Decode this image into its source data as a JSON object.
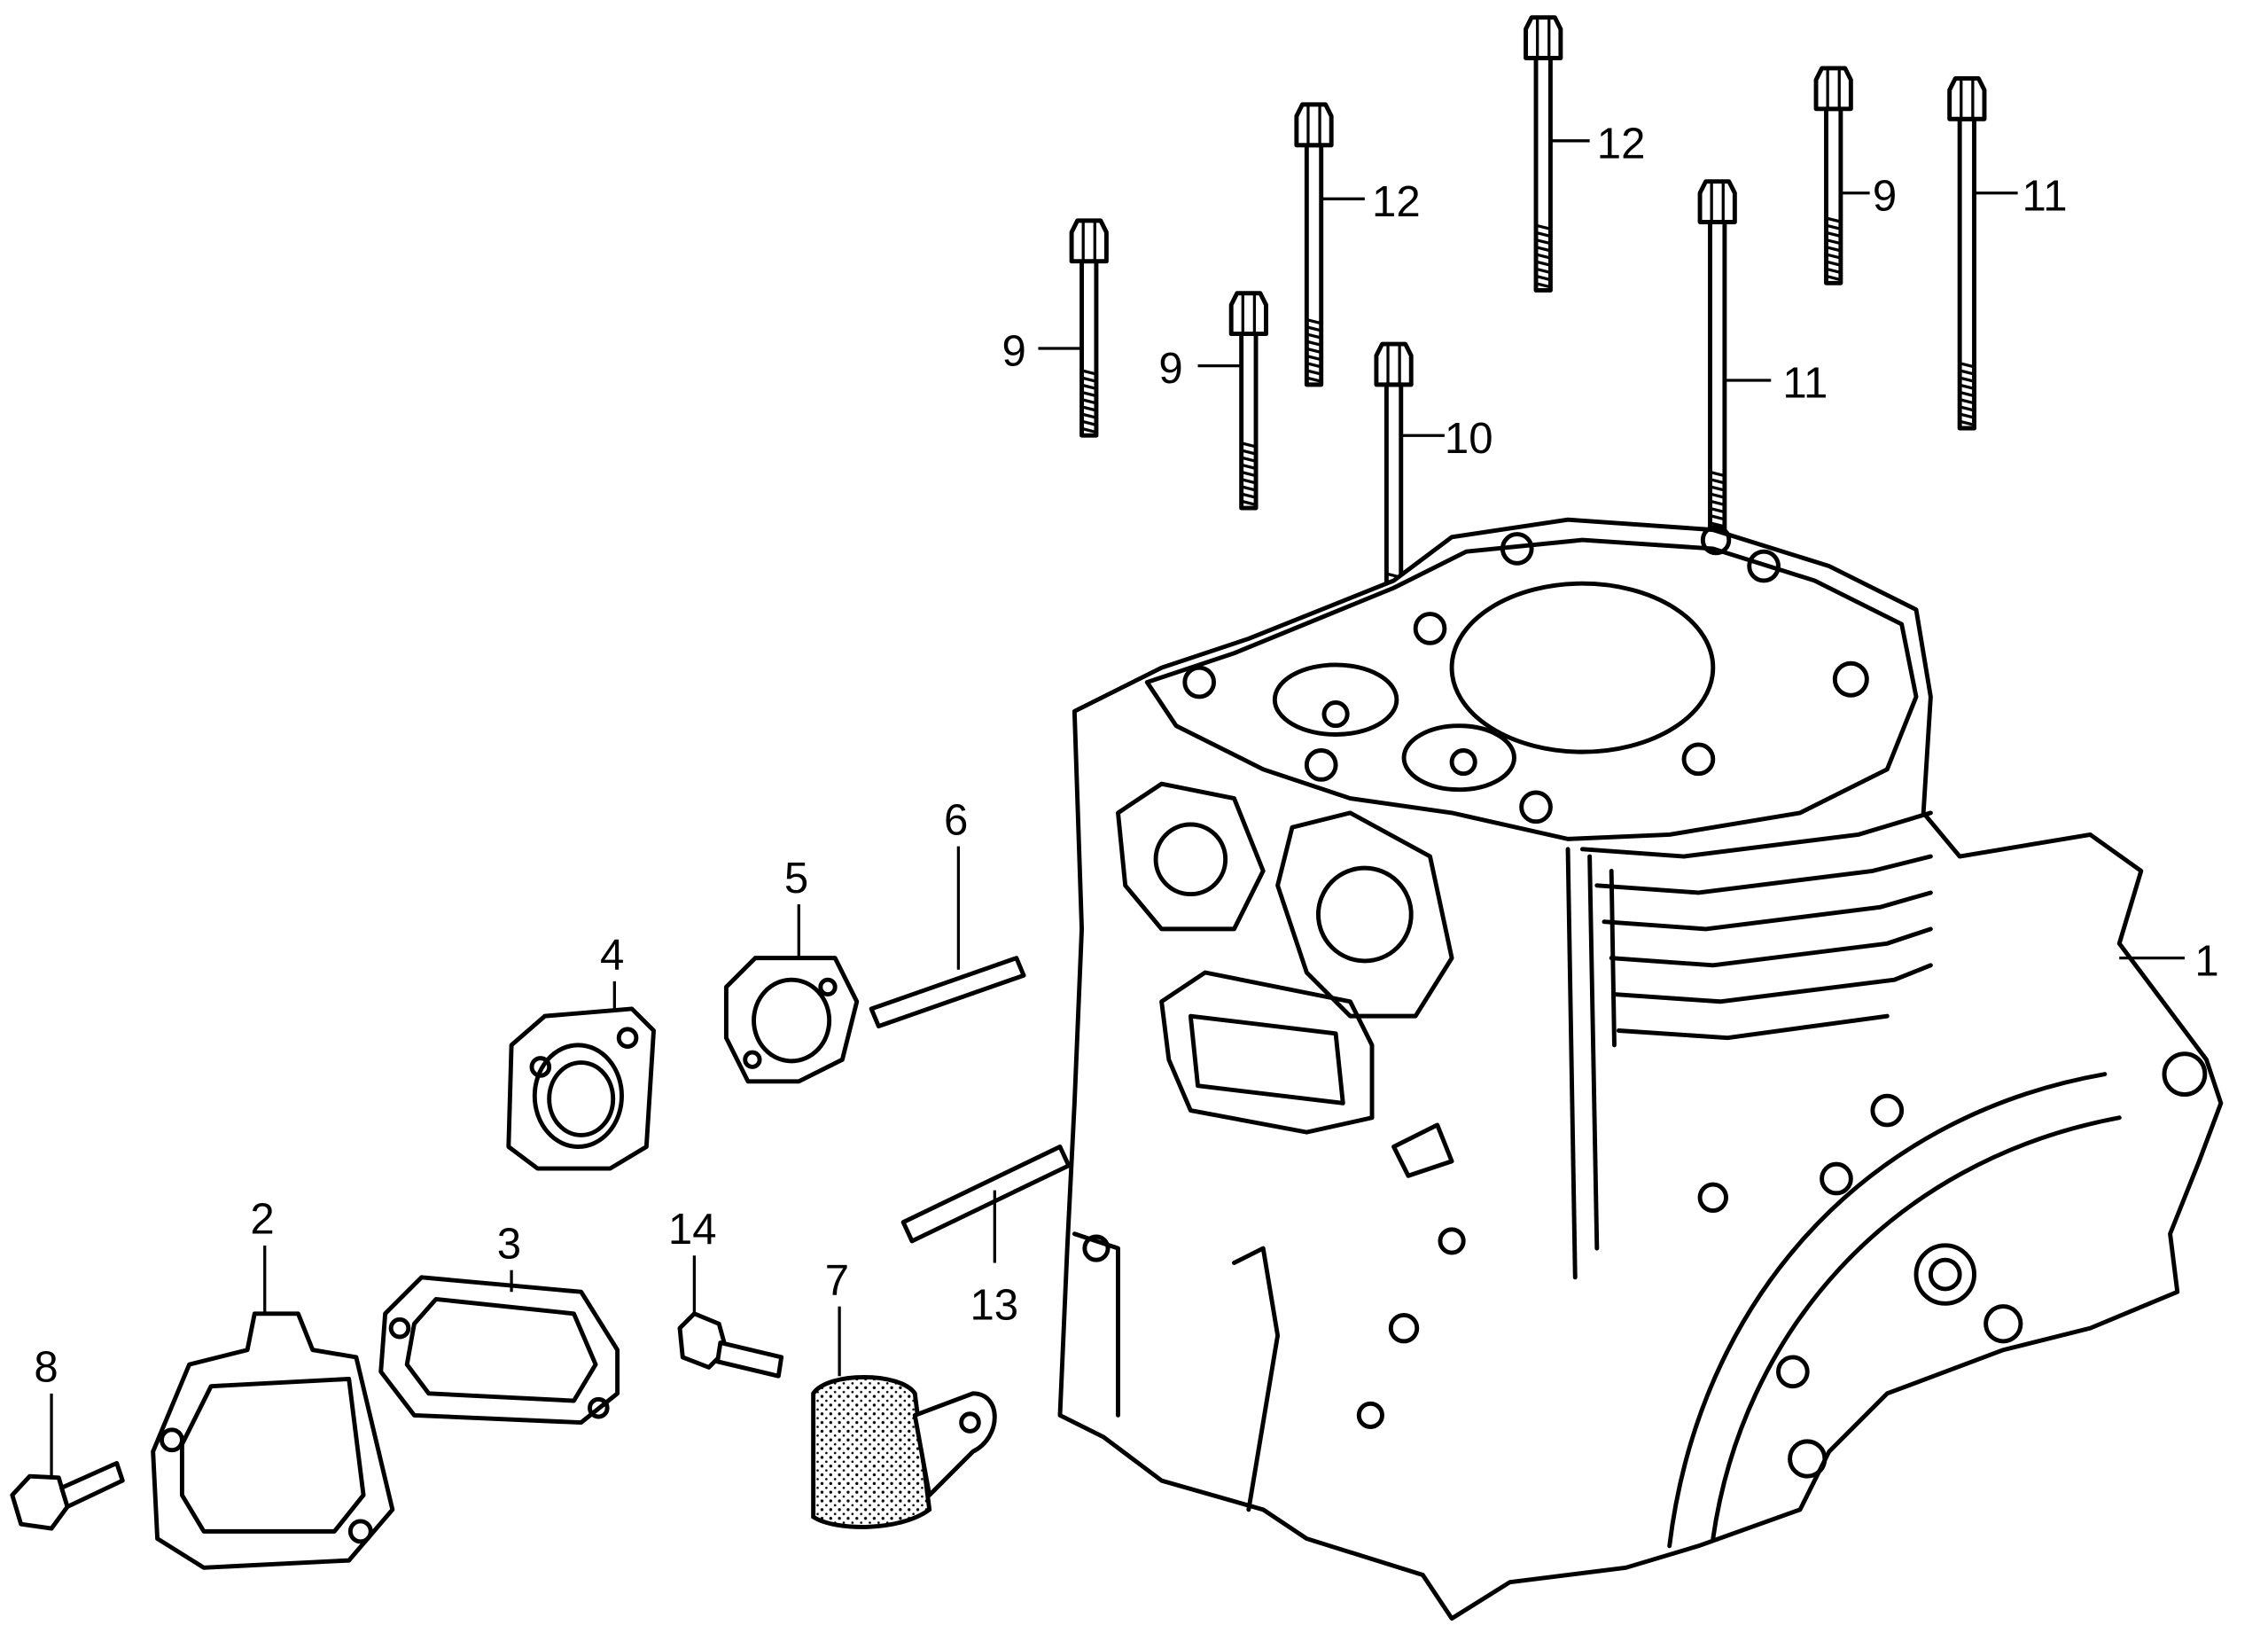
{
  "diagram": {
    "type": "exploded parts diagram",
    "callouts": [
      "1",
      "2",
      "3",
      "4",
      "5",
      "6",
      "7",
      "8",
      "9",
      "9",
      "9",
      "10",
      "11",
      "11",
      "12",
      "12",
      "13",
      "14"
    ]
  }
}
